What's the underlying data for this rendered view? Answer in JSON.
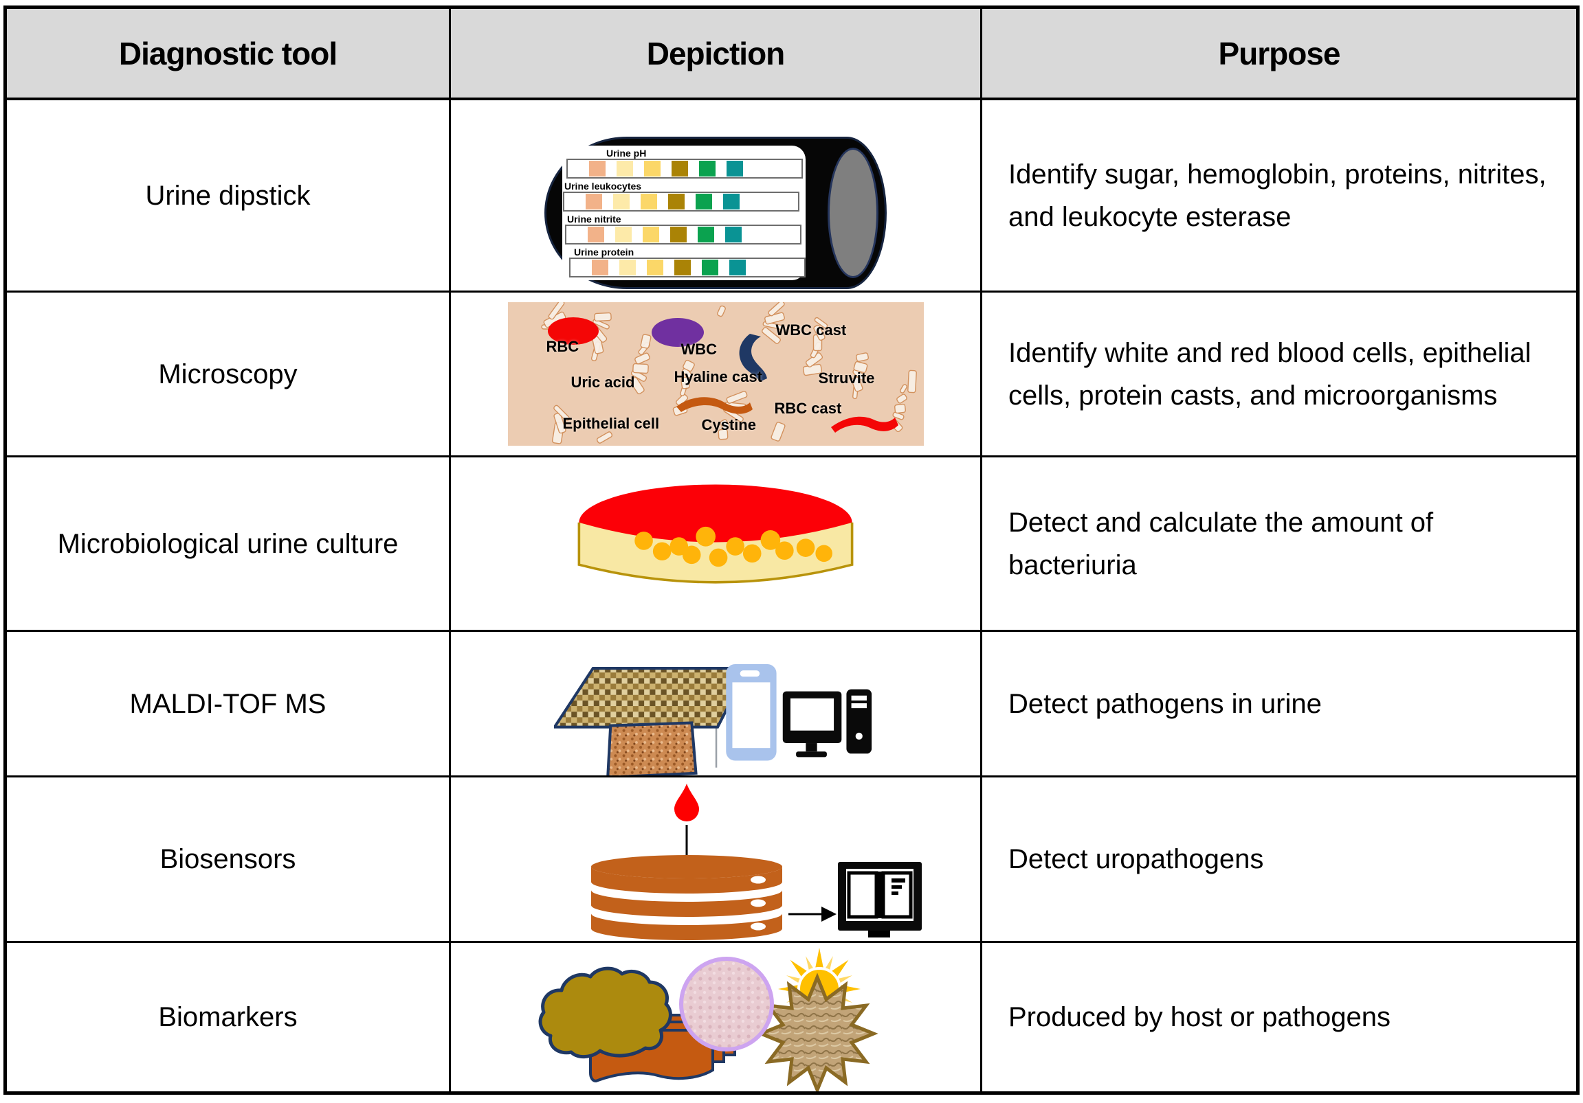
{
  "header": {
    "tool": "Diagnostic tool",
    "depiction": "Depiction",
    "purpose": "Purpose"
  },
  "rows": [
    {
      "tool": "Urine dipstick",
      "purpose": "Identify sugar, hemoglobin, proteins, nitrites, and leukocyte esterase",
      "depiction_alt": "urine test strips with colored reagent pads inside black tube"
    },
    {
      "tool": "Microscopy",
      "purpose": "Identify white and red blood cells, epithelial cells, protein casts, and microorganisms",
      "depiction_alt": "labeled urine sediment micrograph"
    },
    {
      "tool": "Microbiological urine culture",
      "purpose": "Detect and calculate the amount of bacteriuria",
      "depiction_alt": "petri dish with red agar and yellow bacterial colonies"
    },
    {
      "tool": "MALDI-TOF MS",
      "purpose": "Detect pathogens in urine",
      "depiction_alt": "target plate, sample chip, analyzer and computer"
    },
    {
      "tool": "Biosensors",
      "purpose": "Detect uropathogens",
      "depiction_alt": "sample drop onto sensor stack giving readout"
    },
    {
      "tool": "Biomarkers",
      "purpose": "Produced by host or pathogens",
      "depiction_alt": "assorted biomarker shapes: cloud, cell, sun, starburst, membranes"
    }
  ],
  "dipstick": {
    "strips": [
      "Urine pH",
      "Urine leukocytes",
      "Urine nitrite",
      "Urine protein"
    ],
    "pad_colors": [
      "#f2b289",
      "#fdeaa9",
      "#fbd768",
      "#aa8306",
      "#0ba24f",
      "#0a9394"
    ]
  },
  "microscopy": {
    "labels": {
      "rbc": "RBC",
      "wbc": "WBC",
      "wbc_cast": "WBC cast",
      "uric_acid": "Uric acid",
      "hyaline_cast": "Hyaline cast",
      "struvite": "Struvite",
      "epithelial_cell": "Epithelial cell",
      "cystine": "Cystine",
      "rbc_cast": "RBC cast"
    }
  },
  "colors": {
    "header_bg": "#d9d9d9",
    "micro_bg": "#ecccb2",
    "rbc_red": "#f40606",
    "wbc_purple": "#7030a0",
    "cast_navy": "#1f3864",
    "cystine_orange": "#c45911",
    "dish_cream": "#f8e8a4",
    "dish_gold": "#b8930b",
    "agar_red": "#fc0007",
    "colony_gold": "#ffb40a",
    "phone_blue": "#a9c3ec",
    "icon_black": "#0a0a0a",
    "sensor_orange": "#c2611b",
    "drop_red": "#fe0000",
    "cloud_olive": "#ac8a0e",
    "pink_fill": "#e9ccd2",
    "pink_ring": "#cda4f0",
    "sun_gold": "#ffc000",
    "sun_gold_light": "#ffd967",
    "star_tan": "#bfa077",
    "star_outline": "#8a6a24",
    "rect_orange": "#c55a11"
  }
}
